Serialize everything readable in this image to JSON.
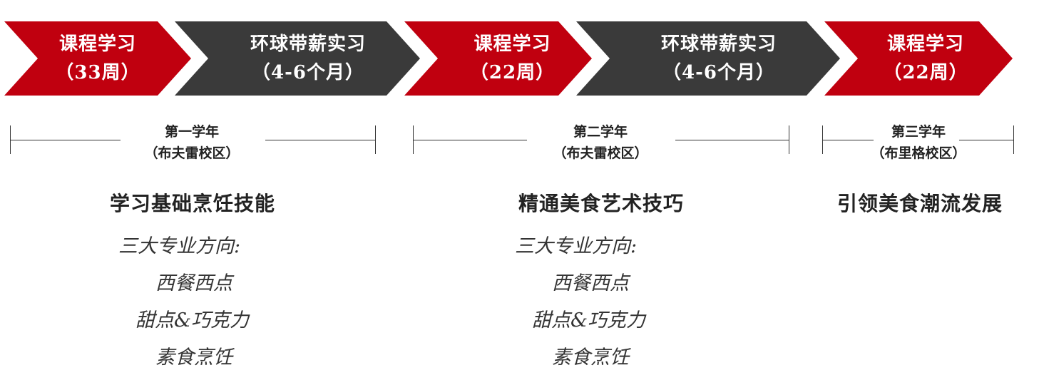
{
  "colors": {
    "red": "#c0000f",
    "dark": "#3a3a3a"
  },
  "chevrons": [
    {
      "line1": "课程学习",
      "line2": "（33周）",
      "color": "red"
    },
    {
      "line1": "环球带薪实习",
      "line2": "（4-6个月）",
      "color": "dark"
    },
    {
      "line1": "课程学习",
      "line2": "（22周）",
      "color": "red"
    },
    {
      "line1": "环球带薪实习",
      "line2": "（4-6个月）",
      "color": "dark"
    },
    {
      "line1": "课程学习",
      "line2": "（22周）",
      "color": "red"
    }
  ],
  "years": [
    {
      "line1": "第一学年",
      "line2": "（布夫雷校区）"
    },
    {
      "line1": "第二学年",
      "line2": "（布夫雷校区）"
    },
    {
      "line1": "第三学年",
      "line2": "（布里格校区）"
    }
  ],
  "columns": [
    {
      "title": "学习基础烹饪技能",
      "list_heading": "三大专业方向:",
      "items": [
        "西餐西点",
        "甜点&巧克力",
        "素食烹饪"
      ]
    },
    {
      "title": "精通美食艺术技巧",
      "list_heading": "三大专业方向:",
      "items": [
        "西餐西点",
        "甜点&巧克力",
        "素食烹饪"
      ]
    },
    {
      "title": "引领美食潮流发展"
    }
  ]
}
